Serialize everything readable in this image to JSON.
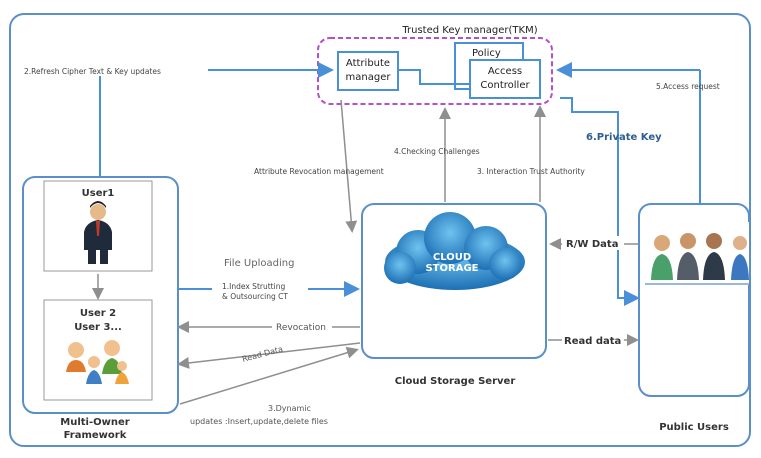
{
  "tkm": {
    "title": "Trusted Key manager(TKM)",
    "attribute_manager": [
      "Attribute",
      "manager"
    ],
    "policy": "Policy",
    "access_controller": [
      "Access",
      "Controller"
    ]
  },
  "multi_owner": {
    "user1": "User1",
    "user2": "User 2",
    "user3": "User 3...",
    "caption": [
      "Multi-Owner",
      "Framework"
    ]
  },
  "cloud": {
    "logo": [
      "CLOUD",
      "STORAGE"
    ],
    "caption": "Cloud  Storage Server"
  },
  "public_users": {
    "caption": "Public Users"
  },
  "flows": {
    "refresh": "2.Refresh Cipher Text & Key updates",
    "access_request": "5.Access request",
    "private_key": "6.Private Key",
    "checking": "4.Checking Challenges",
    "attr_revocation": "Attribute Revocation management",
    "interaction": "3. Interaction Trust Authority",
    "rw_data": "R/W Data",
    "file_uploading": "File Uploading",
    "index": [
      "1.Index Strutting",
      "& Outsourcing CT"
    ],
    "revocation": "Revocation",
    "read_data_diag": "Read Data",
    "read_data": "Read data",
    "dynamic": [
      "3.Dynamic",
      "updates :Insert,update,delete files"
    ]
  },
  "colors": {
    "frame_blue": "#5b8fc9",
    "arrow_blue": "#4a90d9",
    "tkm_dashed": "#b54fc9",
    "arrow_gray": "#9a9a9a"
  }
}
